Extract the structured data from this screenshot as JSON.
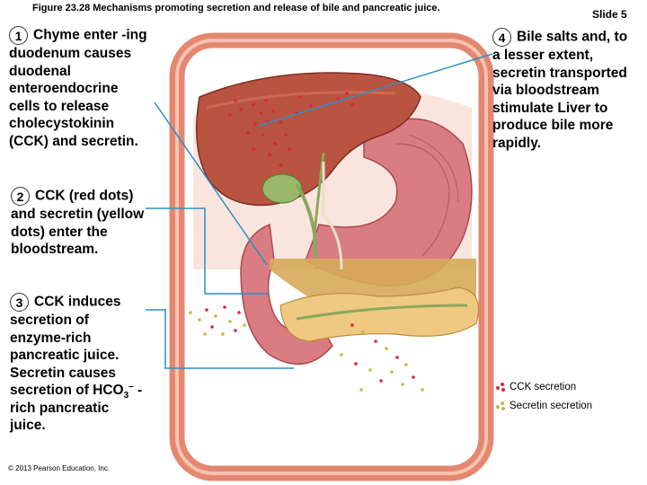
{
  "header": {
    "figure_title": "Figure 23.28  Mechanisms promoting secretion and release of bile and pancreatic juice.",
    "slide": "Slide 5"
  },
  "steps": [
    {
      "number": "1",
      "text": "Chyme enter -ing duodenum causes duodenal enteroendocrine cells to release cholecystokinin (CCK) and secretin."
    },
    {
      "number": "2",
      "text": "CCK (red dots) and secretin (yellow dots) enter the bloodstream."
    },
    {
      "number": "3",
      "text_before": "CCK induces secretion of enzyme-rich pancreatic juice. Secretin causes secretion of HCO",
      "sub": "3",
      "sup": "–",
      "text_after": " -rich pancreatic juice."
    },
    {
      "number": "4",
      "text": "Bile salts and, to a lesser extent, secretin transported via bloodstream stimulate Liver to produce bile more rapidly."
    }
  ],
  "legend": {
    "cck": {
      "label": "CCK secretion",
      "color": "#d8283f"
    },
    "secretin": {
      "label": "Secretin secretion",
      "color": "#c9b548"
    }
  },
  "footer": {
    "copyright": "© 2013 Pearson Education, Inc."
  },
  "colors": {
    "vessel": "#e48770",
    "liver": "#b95440",
    "stomach": "#d97d82",
    "gallbladder": "#9bb76a",
    "duodenum_chyme": "#d6aa5a",
    "pancreas": "#efc981",
    "leader_line": "#2d8ec7"
  }
}
